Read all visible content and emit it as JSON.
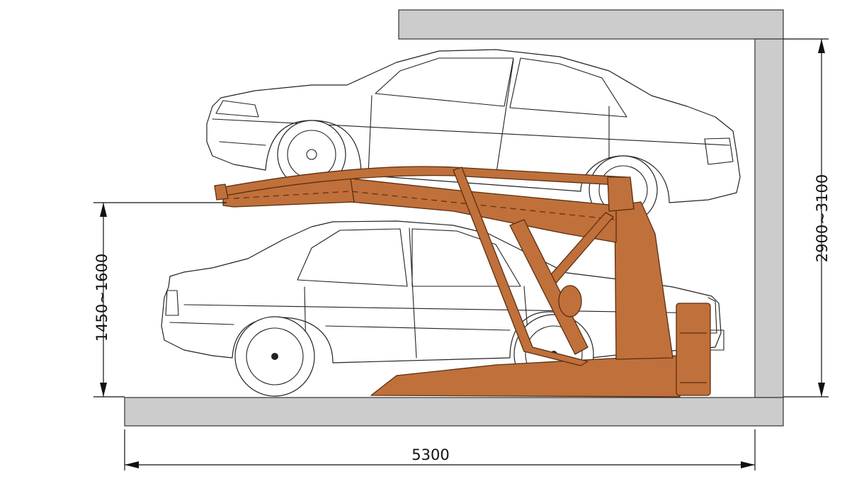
{
  "dimensions": {
    "width_label": "5300",
    "height_lower_label": "1450~1600",
    "height_total_label": "2900~3100"
  },
  "colors": {
    "lift": "#c0703a",
    "lift_stroke": "#5a2e10",
    "wall": "#cccccc",
    "line": "#222222"
  }
}
